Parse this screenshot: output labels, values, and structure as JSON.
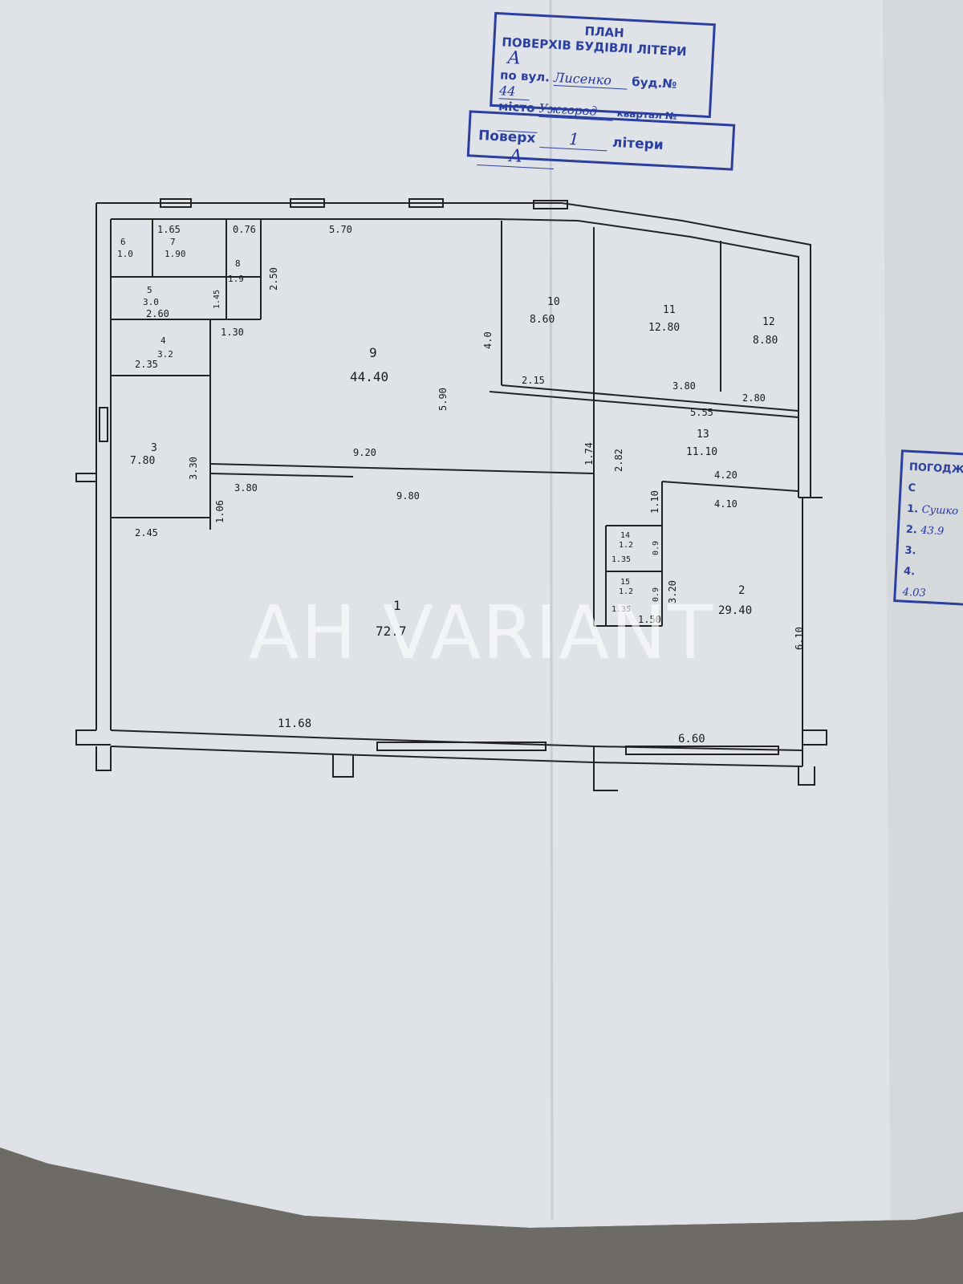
{
  "stamp_plan": {
    "heading": "ПЛАН",
    "subheading": "ПОВЕРХІВ БУДІВЛІ ЛІТЕРИ",
    "letter": "А",
    "street_label": "по вул.",
    "street": "Лисенко",
    "building_label": "буд.№",
    "building": "44",
    "city_label": "місто",
    "city": "Ужгород",
    "quarter_label": "квартал №"
  },
  "stamp_floor": {
    "floor_label": "Поверх",
    "floor": "1",
    "letter_label": "літери",
    "letter": "А"
  },
  "stamp_side": {
    "heading": "ПОГОДЖЕНО С",
    "rows": [
      "1.",
      "2.",
      "3.",
      "4."
    ],
    "entries": [
      "Сушко",
      "43.9"
    ],
    "footer": "4.03"
  },
  "watermark": "AH VARIANT",
  "rooms": [
    {
      "num": "1",
      "area": "72.7"
    },
    {
      "num": "2",
      "area": "29.40"
    },
    {
      "num": "3",
      "area": "7.80"
    },
    {
      "num": "4",
      "area": "3.2"
    },
    {
      "num": "5",
      "area": "3.0"
    },
    {
      "num": "6",
      "area": "1.0"
    },
    {
      "num": "7",
      "area": "1.90"
    },
    {
      "num": "8",
      "area": "1.9"
    },
    {
      "num": "9",
      "area": "44.40"
    },
    {
      "num": "10",
      "area": "8.60"
    },
    {
      "num": "11",
      "area": "12.80"
    },
    {
      "num": "12",
      "area": "8.80"
    },
    {
      "num": "13",
      "area": "11.10"
    },
    {
      "num": "14",
      "area": "1.2"
    },
    {
      "num": "15",
      "area": "1.2"
    }
  ],
  "dimensions": [
    "1.65",
    "0.76",
    "5.70",
    "2.60",
    "1.30",
    "2.35",
    "2.45",
    "3.30",
    "3.80",
    "1.06",
    "9.20",
    "9.80",
    "5.90",
    "4.0",
    "2.15",
    "3.80",
    "5.55",
    "2.80",
    "2.82",
    "1.74",
    "4.20",
    "4.10",
    "1.10",
    "3.20",
    "1.35",
    "1.35",
    "0.9",
    "0.9",
    "1.50",
    "6.10",
    "11.68",
    "6.60",
    "2.50",
    "1.45"
  ]
}
